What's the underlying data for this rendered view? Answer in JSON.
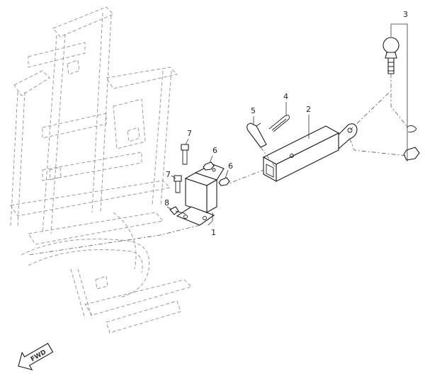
{
  "callouts": {
    "c1": "1",
    "c2": "2",
    "c3": "3",
    "c4": "4",
    "c5": "5",
    "c6a": "6",
    "c6b": "6",
    "c7a": "7",
    "c7b": "7",
    "c8": "8"
  },
  "fwd_badge": "FWD",
  "colors": {
    "frame_stroke": "#9a9a9a",
    "part_stroke": "#1a1a1a",
    "background": "#ffffff"
  }
}
